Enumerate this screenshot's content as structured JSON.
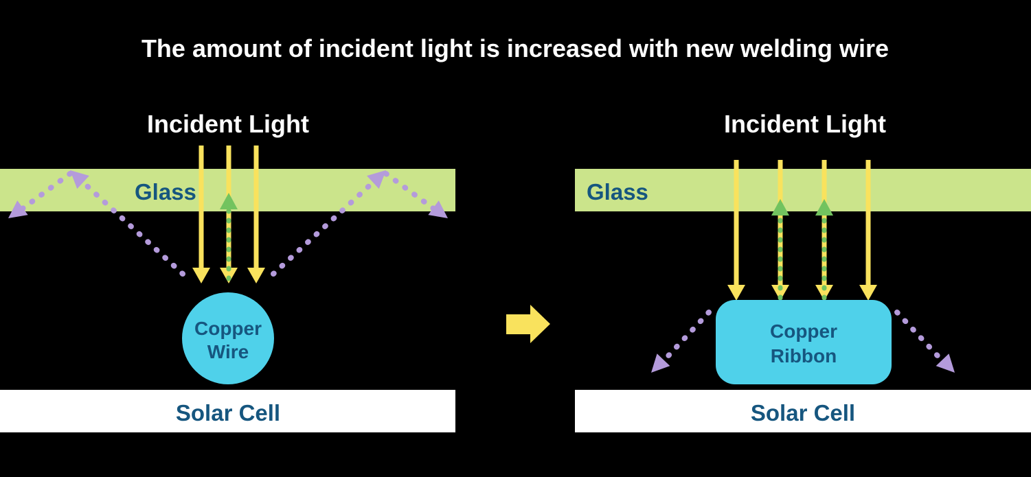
{
  "title": "The amount of incident light is increased with new welding wire",
  "left_panel": {
    "incident_light_label": "Incident Light",
    "glass_label": "Glass",
    "conductor_label_line1": "Copper",
    "conductor_label_line2": "Wire",
    "solar_cell_label": "Solar Cell"
  },
  "right_panel": {
    "incident_light_label": "Incident Light",
    "glass_label": "Glass",
    "conductor_label_line1": "Copper",
    "conductor_label_line2": "Ribbon",
    "solar_cell_label": "Solar Cell"
  },
  "colors": {
    "background": "#000000",
    "title_text": "#ffffff",
    "glass_fill": "#cbe48b",
    "incident_ray_yellow": "#f9e25d",
    "scattered_ray_purple": "#b49bdb",
    "reflected_ray_green": "#72c35f",
    "conductor_cyan": "#4fd1ea",
    "label_navy": "#16567f",
    "solar_cell_fill": "#ffffff"
  }
}
